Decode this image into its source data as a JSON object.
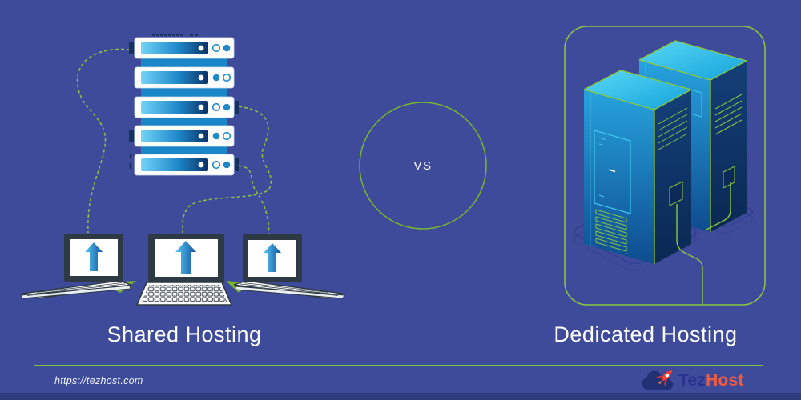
{
  "page": {
    "left_section_title": "Shared Hosting",
    "right_section_title": "Dedicated Hosting",
    "vs_label": "VS"
  },
  "footer": {
    "url": "https://tezhost.com",
    "brand_first": "Tez",
    "brand_second": "Host"
  },
  "illustration": {
    "shared_side": {
      "rack_units": 5,
      "client_laptops": 3,
      "connection_style": "dashed-green-lines"
    },
    "dedicated_side": {
      "server_towers": 2,
      "border": "rounded-green-outline"
    },
    "icons": [
      "server-rack-icon",
      "laptop-icon",
      "upload-arrow-icon",
      "server-tower-icon",
      "cloud-icon",
      "rocket-icon"
    ]
  },
  "colors": {
    "bg": "#3E4B9B",
    "bottom_bar": "#2D3A7C",
    "green": "#7CC340",
    "lime_edge": "#8DC63F",
    "dark_navy": "#16325C",
    "connector_blue": "#1A86C8",
    "brand_tez": "#2B3190",
    "brand_host": "#F15B40",
    "logo_cloud": "#223076",
    "logo_rocket": "#EF4136"
  }
}
